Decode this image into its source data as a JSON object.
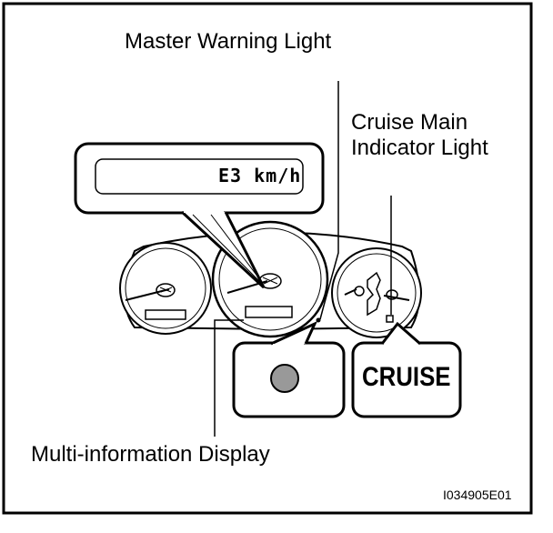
{
  "labels": {
    "master_warning": "Master Warning Light",
    "cruise_main_line1": "Cruise Main",
    "cruise_main_line2": "Indicator Light",
    "multi_info": "Multi-information Display",
    "figure_code": "I034905E01"
  },
  "display": {
    "readout": "E3 km/h"
  },
  "indicators": {
    "cruise": "CRUISE"
  },
  "colors": {
    "line": "#000000",
    "background": "#ffffff",
    "warning_light": "#999999"
  }
}
